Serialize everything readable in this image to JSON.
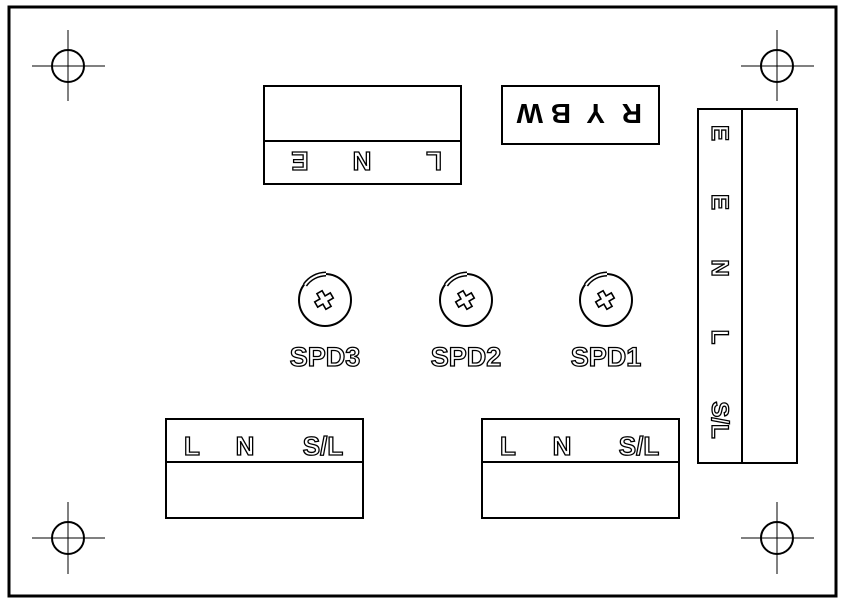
{
  "board": {
    "outline_color": "#000000",
    "background": "#ffffff"
  },
  "mounting_holes": [
    {
      "position": "top-left"
    },
    {
      "position": "top-right"
    },
    {
      "position": "bottom-left"
    },
    {
      "position": "bottom-right"
    }
  ],
  "top_terminal": {
    "labels": [
      "L",
      "N",
      "E"
    ],
    "orientation": "upside-down"
  },
  "color_label": {
    "text": "R Y B W",
    "letters": [
      "R",
      "Y",
      "B",
      "W"
    ],
    "orientation": "upside-down"
  },
  "right_terminal": {
    "labels": [
      "E",
      "E",
      "N",
      "L",
      "S/L"
    ],
    "orientation": "rotated-90"
  },
  "potentiometers": [
    {
      "label": "SPD3"
    },
    {
      "label": "SPD2"
    },
    {
      "label": "SPD1"
    }
  ],
  "bottom_left_terminal": {
    "labels": [
      "L",
      "N",
      "S/L"
    ]
  },
  "bottom_right_terminal": {
    "labels": [
      "L",
      "N",
      "S/L"
    ]
  }
}
